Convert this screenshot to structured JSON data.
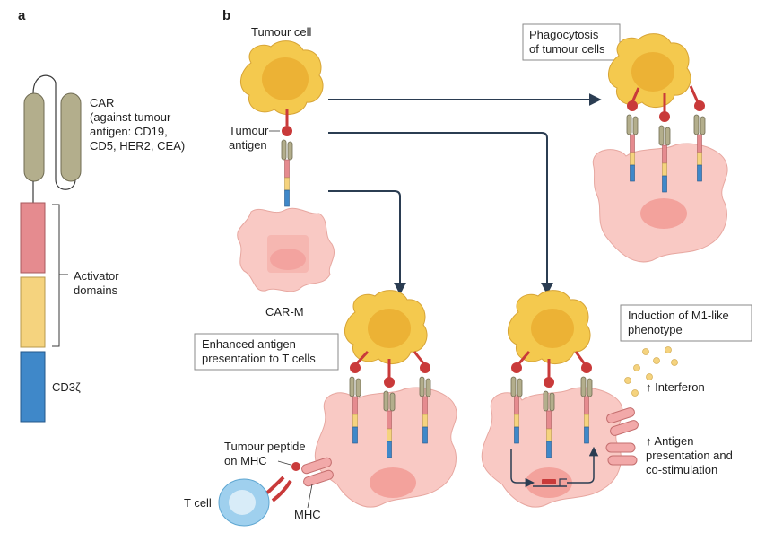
{
  "panel_a": {
    "letter": "a",
    "car_label": [
      "CAR",
      "(against tumour",
      "antigen: CD19,",
      "CD5, HER2, CEA)"
    ],
    "activator_label": [
      "Activator",
      "domains"
    ],
    "cd3_label": "CD3ζ"
  },
  "panel_b": {
    "letter": "b",
    "tumour_cell": "Tumour cell",
    "tumour_antigen": [
      "Tumour",
      "antigen"
    ],
    "car_m": "CAR-M",
    "phagocytosis_box": [
      "Phagocytosis",
      "of tumour cells"
    ],
    "antigen_presentation_box": [
      "Enhanced antigen",
      "presentation to T cells"
    ],
    "m1_box": [
      "Induction of M1-like",
      "phenotype"
    ],
    "interferon": "↑ Interferon",
    "antigen_costim": [
      "↑ Antigen",
      "presentation and",
      "co-stimulation"
    ],
    "tumour_peptide": [
      "Tumour peptide",
      "on MHC"
    ],
    "t_cell": "T cell",
    "mhc": "MHC"
  },
  "colors": {
    "tumour": "#f4c94e",
    "tumour_nucleus": "#e9a92d",
    "macrophage": "#f9c9c4",
    "macro_nucleus": "#f0948f",
    "car_grey": "#b3ae8c",
    "pink_domain": "#e58b8f",
    "yellow_domain": "#f5d37e",
    "blue_domain": "#3f88c9",
    "antigen_red": "#c93a3a",
    "arrow": "#2b3d52",
    "tcell": "#9fd0ee"
  }
}
